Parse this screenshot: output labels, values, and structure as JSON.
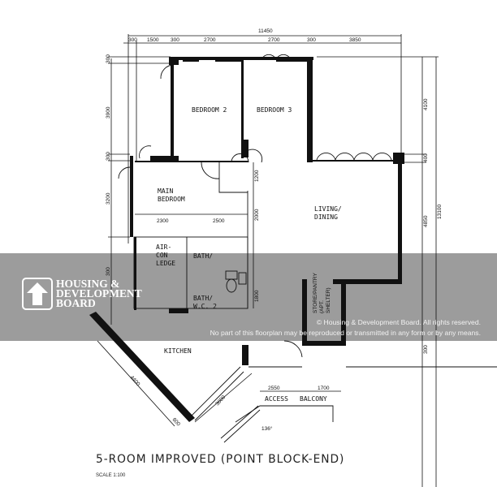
{
  "plan": {
    "title": "5-ROOM IMPROVED (POINT BLOCK-END)",
    "scale": "SCALE   1:100",
    "rooms": {
      "bedroom2": "BEDROOM 2",
      "bedroom3": "BEDROOM 3",
      "main_bedroom_1": "MAIN",
      "main_bedroom_2": "BEDROOM",
      "living_1": "LIVING/",
      "living_2": "DINING",
      "aircon_1": "AIR-",
      "aircon_2": "CON",
      "aircon_3": "LEDGE",
      "bath1": "BATH/",
      "bath2_1": "BATH/",
      "bath2_2": "W.C. 2",
      "kitchen": "KITCHEN",
      "store_1": "STORE/PANTRY",
      "store_2": "(APT.",
      "store_3": "SHELTER)",
      "access_balcony_1": "ACCESS",
      "access_balcony_2": "BALCONY"
    },
    "dimensions": {
      "top_total": "11450",
      "top": [
        "300",
        "1500",
        "300",
        "2700",
        "2700",
        "300",
        "3850"
      ],
      "left": [
        "300",
        "3900",
        "300",
        "3200",
        "300"
      ],
      "right": [
        "4100",
        "400",
        "4850",
        "300"
      ],
      "right_total": "13100",
      "inner_vertical": [
        "1200",
        "2000",
        "1800"
      ],
      "main_bedroom": [
        "2300",
        "2500"
      ],
      "balcony": [
        "2550",
        "1700"
      ],
      "kitchen_diag": [
        "4400",
        "3000",
        "600"
      ],
      "angle": "136°"
    }
  },
  "watermark": {
    "org_line1": "HOUSING &",
    "org_line2": "DEVELOPMENT",
    "org_line3": "BOARD",
    "copyright_1": "© Housing & Development Board. All rights reserved.",
    "copyright_2": "No part of this floorplan may be reproduced or transmitted in any form or by any means."
  }
}
